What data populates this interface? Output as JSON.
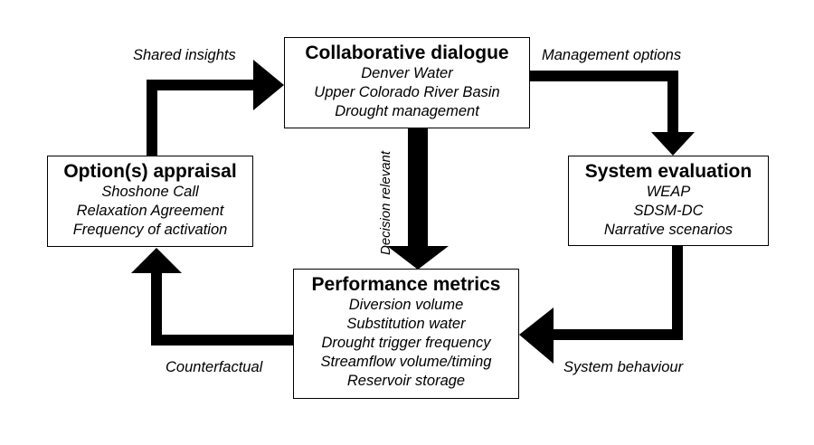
{
  "boxes": {
    "collab": {
      "title": "Collaborative dialogue",
      "items": [
        "Denver Water",
        "Upper Colorado River Basin",
        "Drought management"
      ]
    },
    "system": {
      "title": "System evaluation",
      "items": [
        "WEAP",
        "SDSM-DC",
        "Narrative scenarios"
      ]
    },
    "performance": {
      "title": "Performance metrics",
      "items": [
        "Diversion volume",
        "Substitution water",
        "Drought trigger frequency",
        "Streamflow volume/timing",
        "Reservoir storage"
      ]
    },
    "appraisal": {
      "title": "Option(s) appraisal",
      "items": [
        "Shoshone Call",
        "Relaxation Agreement",
        "Frequency of activation"
      ]
    }
  },
  "edges": {
    "shared_insights": "Shared insights",
    "management_options": "Management options",
    "system_behaviour": "System behaviour",
    "counterfactual": "Counterfactual",
    "decision_relevant": "Decision relevant"
  },
  "colors": {
    "arrow": "#000000",
    "box_border": "#000000",
    "background": "#ffffff"
  }
}
